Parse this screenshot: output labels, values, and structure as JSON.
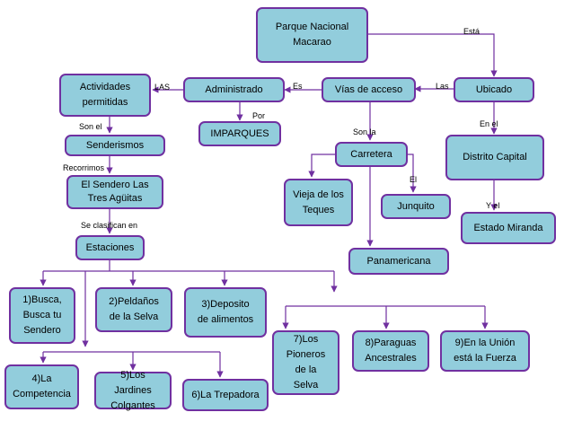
{
  "colors": {
    "node_fill": "#92CDDC",
    "node_border": "#7030A0",
    "connector": "#7030A0"
  },
  "nodes": {
    "parque_nacional": "Parque Nacional Macarao",
    "ubicado": "Ubicado",
    "vias_de_acceso": "Vías de acceso",
    "administrado": "Administrado",
    "actividades_permitidas": "Actividades permitidas",
    "imparques": "IMPARQUES",
    "distrito_capital": "Distrito Capital",
    "estado_miranda": "Estado Miranda",
    "carretera": "Carretera",
    "vieja_de_los_teques": "Vieja de los Teques",
    "junquito": "Junquito",
    "panamericana": "Panamericana",
    "senderismos": "Senderismos",
    "el_sendero": "El Sendero Las Tres Agüitas",
    "estaciones": "Estaciones",
    "estacion_1": "1)Busca, Busca tu Sendero",
    "estacion_2": "2)Peldaños de la Selva",
    "estacion_3": "3)Deposito de alimentos",
    "estacion_4": "4)La Competencia",
    "estacion_5": "5)Los Jardines Colgantes",
    "estacion_6": "6)La Trepadora",
    "estacion_7": "7)Los Pioneros de la Selva",
    "estacion_8": "8)Paraguas Ancestrales",
    "estacion_9": "9)En la Unión está la Fuerza"
  },
  "labels": {
    "esta": "Está",
    "las_1": "Las",
    "es": "Es",
    "las_2": "LAS",
    "por": "Por",
    "en_el": "En el",
    "y_el": "Y el",
    "son_la": "Son la",
    "son_el": "Son el",
    "recorrimos": "Recorrimos",
    "se_clasifican_en": "Se clasifican en",
    "el": "El"
  }
}
